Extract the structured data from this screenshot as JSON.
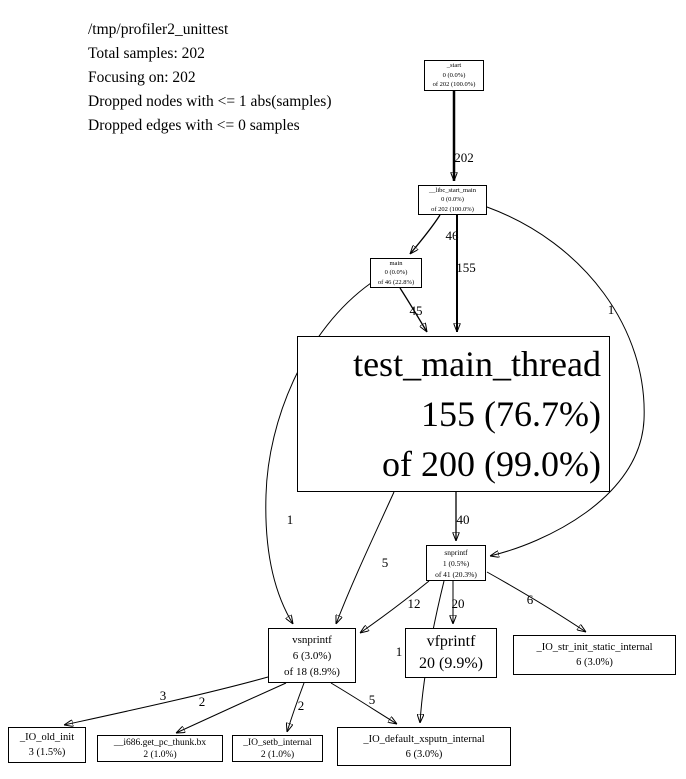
{
  "header": {
    "profile_path": "/tmp/profiler2_unittest",
    "total_samples": "Total samples: 202",
    "focusing_on": "Focusing on: 202",
    "dropped_nodes": "Dropped nodes with <= 1 abs(samples)",
    "dropped_edges": "Dropped edges with <= 0 samples"
  },
  "nodes": {
    "start": {
      "name": "_start",
      "self": "0 (0.0%)",
      "total": "of 202 (100.0%)"
    },
    "libc_start_main": {
      "name": "__libc_start_main",
      "self": "0 (0.0%)",
      "total": "of 202 (100.0%)"
    },
    "main": {
      "name": "main",
      "self": "0 (0.0%)",
      "total": "of 46 (22.8%)"
    },
    "test_main_thread": {
      "name": "test_main_thread",
      "self": "155 (76.7%)",
      "total": "of 200 (99.0%)"
    },
    "snprintf": {
      "name": "snprintf",
      "self": "1 (0.5%)",
      "total": "of 41 (20.3%)"
    },
    "vfprintf": {
      "name": "vfprintf",
      "self": "20 (9.9%)"
    },
    "io_str_init_static_internal": {
      "name": "_IO_str_init_static_internal",
      "self": "6 (3.0%)"
    },
    "vsnprintf": {
      "name": "vsnprintf",
      "self": "6 (3.0%)",
      "total": "of 18 (8.9%)"
    },
    "io_old_init": {
      "name": "_IO_old_init",
      "self": "3 (1.5%)"
    },
    "i686_get_pc_thunk_bx": {
      "name": "__i686.get_pc_thunk.bx",
      "self": "2 (1.0%)"
    },
    "io_setb_internal": {
      "name": "_IO_setb_internal",
      "self": "2 (1.0%)"
    },
    "io_default_xsputn_internal": {
      "name": "_IO_default_xsputn_internal",
      "self": "6 (3.0%)"
    }
  },
  "edges": {
    "start_to_libc": "202",
    "libc_to_main": "46",
    "libc_to_test_main": "155",
    "libc_to_snprintf": "1",
    "main_to_test_main": "45",
    "main_to_vsnprintf": "1",
    "test_main_to_snprintf": "40",
    "test_main_to_vsnprintf": "5",
    "snprintf_to_vsnprintf": "12",
    "snprintf_to_vfprintf": "20",
    "snprintf_to_str_init": "6",
    "snprintf_to_xsputn": "1",
    "vsnprintf_to_old_init": "3",
    "vsnprintf_to_thunk": "2",
    "vsnprintf_to_setb": "2",
    "vsnprintf_to_xsputn": "5"
  },
  "colors": {
    "background": "#ffffff",
    "node_border": "#000000",
    "text": "#000000"
  }
}
